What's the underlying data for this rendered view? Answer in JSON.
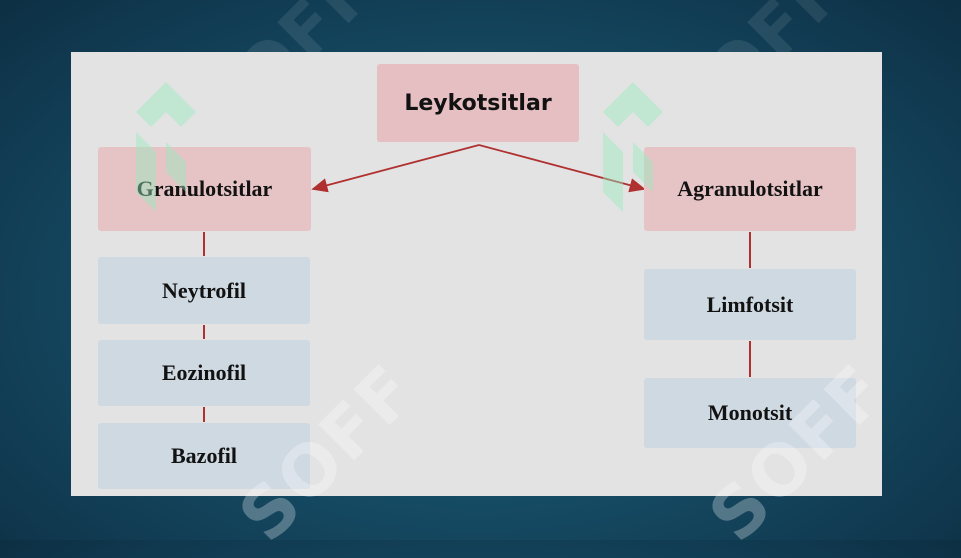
{
  "root": {
    "label": "Leykotsitlar"
  },
  "left_branch": {
    "label": "Granulotsitlar",
    "children": [
      "Neytrofil",
      "Eozinofil",
      "Bazofil"
    ]
  },
  "right_branch": {
    "label": "Agranulotsitlar",
    "children": [
      "Limfotsit",
      "Monotsit"
    ]
  },
  "watermark": {
    "text": "SOFF"
  },
  "colors": {
    "header_node": "#e6c4c6",
    "child_node": "#cfd9e2",
    "connector": "#b03030",
    "background": "#164d66"
  }
}
